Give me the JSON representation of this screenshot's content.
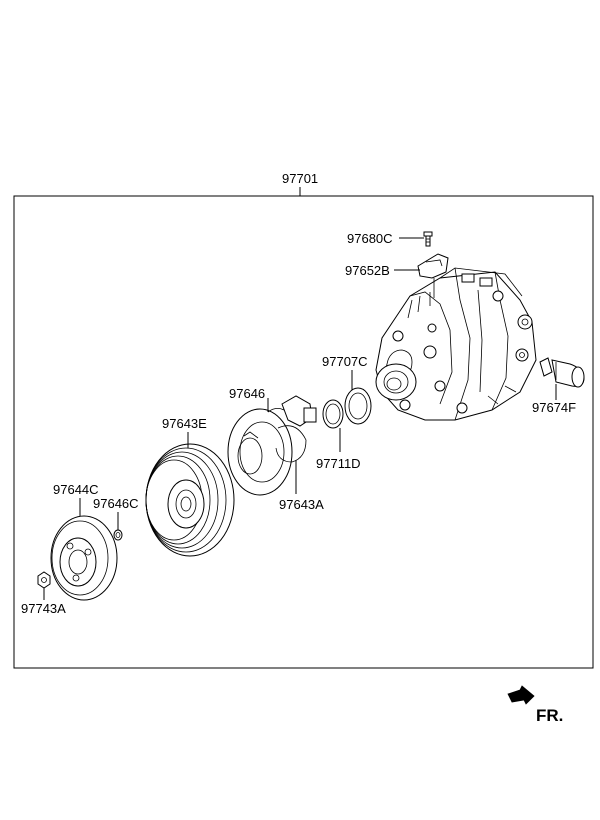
{
  "assembly_label": "97701",
  "parts": {
    "bolt_top": "97680C",
    "bracket": "97652B",
    "o_ring": "97707C",
    "sensor": "97674F",
    "field_coil": "97646",
    "snap_ring_inner": "97711D",
    "snap_ring_outer": "97643A",
    "pulley": "97643E",
    "hub": "97644C",
    "shim": "97646C",
    "nut": "97743A"
  },
  "direction_label": "FR."
}
